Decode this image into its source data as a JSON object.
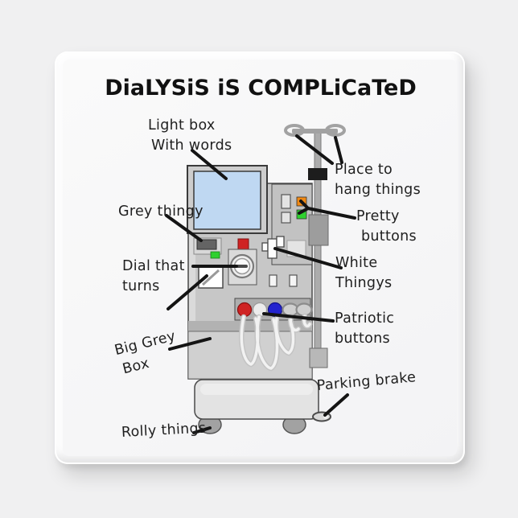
{
  "magnet": {
    "title": "DiaLYSiS iS COMPLiCaTeD"
  },
  "labels": {
    "light_box": {
      "line1": "Light box",
      "line2": "With words"
    },
    "place_to_hang": {
      "line1": "Place to",
      "line2": "hang things"
    },
    "grey_thingy": {
      "line1": "Grey thingy"
    },
    "pretty_buttons": {
      "line1": "Pretty",
      "line2": "buttons"
    },
    "dial_that_turns": {
      "line1": "Dial that",
      "line2": "turns"
    },
    "white_thingys": {
      "line1": "White",
      "line2": "Thingys"
    },
    "patriotic_buttons": {
      "line1": "Patriotic",
      "line2": "buttons"
    },
    "big_grey_box": {
      "line1": "Big Grey",
      "line2": "Box"
    },
    "parking_brake": {
      "line1": "Parking brake"
    },
    "rolly_things": {
      "line1": "Rolly things"
    }
  },
  "machine": {
    "colors": {
      "screen": "#bfd8f2",
      "body": "#c7c7c7",
      "panel": "#d0d0d0",
      "strip": "#aeaeae",
      "base": "#e3e3e3",
      "orange": "#f08914",
      "green": "#2fd12f",
      "red": "#cf2323",
      "blue": "#2424cf",
      "white_button": "#ececec",
      "pole": "#acacac",
      "clamp": "#1d1d1d",
      "arrow": "#141414",
      "label_text": "#1f1f1f"
    }
  }
}
